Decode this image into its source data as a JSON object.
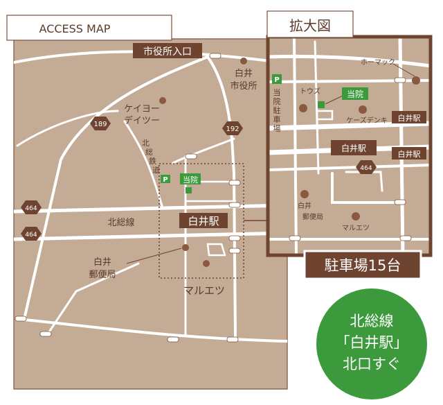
{
  "header": {
    "title": "ACCESS MAP"
  },
  "main_map": {
    "labels": {
      "city_hall_entrance": "市役所入口",
      "city_hall_line1": "白井",
      "city_hall_line2": "市役所",
      "keiyo_line1": "ケイヨー",
      "keiyo_line2": "デイツー",
      "route_189": "189",
      "route_192": "192",
      "route_464_a": "464",
      "route_464_b": "464",
      "station": "白井駅",
      "line_name": "北総線",
      "post_office_line1": "白井",
      "post_office_line2": "郵便局",
      "maruetsu": "マルエツ",
      "clinic": "当院",
      "parking": "P",
      "rail_chars": [
        "北",
        "総",
        "鉄",
        "道"
      ]
    }
  },
  "inset_map": {
    "title": "拡大図",
    "labels": {
      "homac": "ホーマック",
      "parking": "P",
      "parking_vertical": [
        "当",
        "院",
        "駐",
        "車",
        "場"
      ],
      "tows": "トウズ",
      "clinic": "当院",
      "ks_denki": "ケーズデンキ",
      "station_right_1": "白井駅",
      "station_right_2": "白井駅",
      "station_center": "白井駅",
      "route_464": "464",
      "post_office_line1": "白井",
      "post_office_line2": "郵便局",
      "maruetsu": "マルエツ"
    }
  },
  "parking_banner": "駐車場15台",
  "badge": {
    "line1": "北総線",
    "line2": "「白井駅」",
    "line3": "北口すぐ"
  },
  "colors": {
    "map_bg": "#c4ab96",
    "road": "#ffffff",
    "border": "#7b5139",
    "dark_brown": "#6e4430",
    "poi_dot": "#8a5a40",
    "green": "#3c9a3c",
    "label_text": "#5a3a28"
  }
}
